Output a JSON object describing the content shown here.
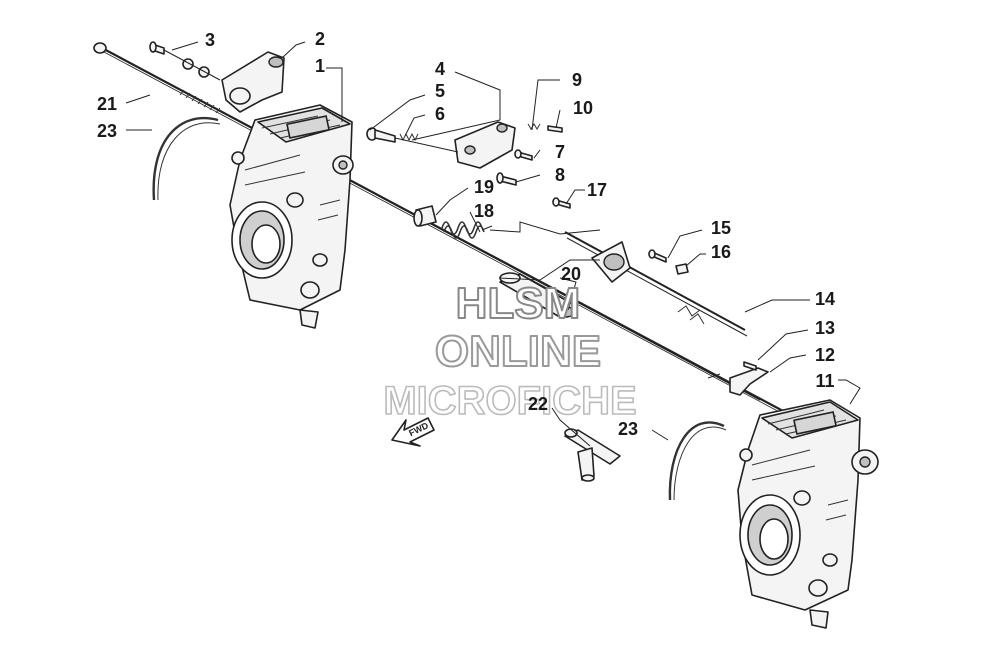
{
  "watermark": {
    "line1": "HLSM",
    "line2": "ONLINE",
    "line3": "MICROFICHE"
  },
  "forward_arrow": {
    "label": "FWD"
  },
  "callouts": [
    "1",
    "2",
    "3",
    "4",
    "5",
    "6",
    "7",
    "8",
    "9",
    "10",
    "11",
    "12",
    "13",
    "14",
    "15",
    "16",
    "17",
    "18",
    "19",
    "20",
    "21",
    "22",
    "23",
    "23"
  ],
  "colors": {
    "ink": "#222222",
    "background": "#ffffff",
    "watermark_outline": "#999999"
  }
}
